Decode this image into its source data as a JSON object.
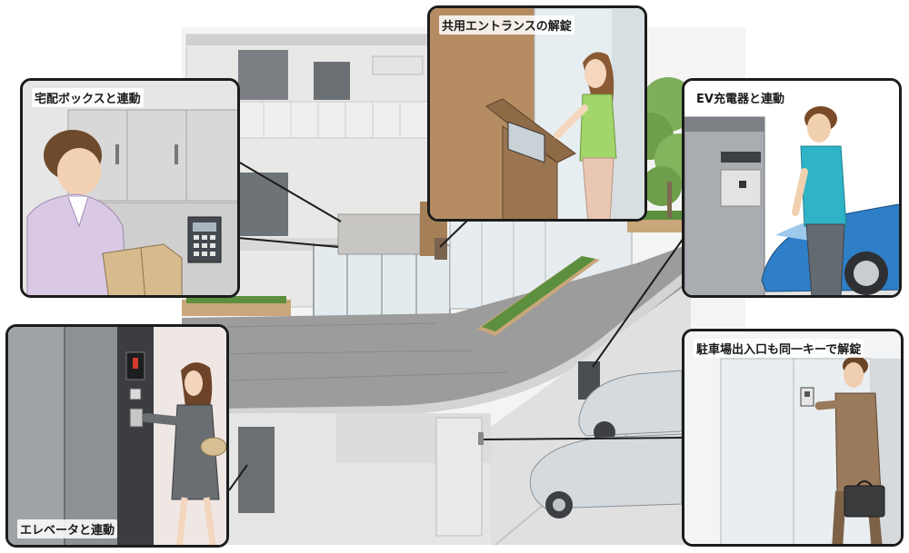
{
  "callouts": {
    "delivery_box": "宅配ボックスと連動",
    "entrance": "共用エントランスの解錠",
    "ev_charger": "EV充電器と連動",
    "elevator": "エレベータと連動",
    "parking": "駐車場出入口も同一キーで解錠"
  },
  "colors": {
    "frame": "#1c1c1c",
    "wall": "#eeeeee",
    "glass": "#dfe6ea",
    "floor": "#9a9a9a",
    "planter": "#c9a77a",
    "plants": "#5c8f3e",
    "car_blue": "#2e7fc8",
    "car_silver": "#d4dade",
    "door_dark": "#555a60"
  }
}
